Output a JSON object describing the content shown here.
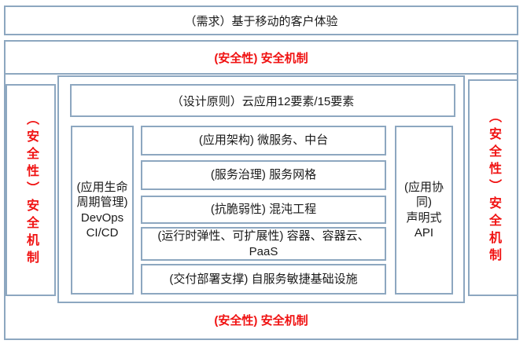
{
  "colors": {
    "border": "#8da7c0",
    "security_red": "#f01212",
    "text": "#1a1a1a",
    "background": "#ffffff"
  },
  "top_box": {
    "label": "（需求）基于移动的客户体验"
  },
  "security": {
    "top": "(安全性) 安全机制",
    "bottom": "(安全性) 安全机制",
    "left": "（安全性）安全机制",
    "right": "（安全性）安全机制"
  },
  "inner": {
    "principle": "（设计原则）云应用12要素/15要素",
    "lifecycle": [
      "(应用生命周期管理)",
      "DevOps",
      "CI/CD"
    ],
    "collab": [
      "(应用协同)",
      "声明式",
      "API"
    ],
    "stack": [
      "(应用架构) 微服务、中台",
      "(服务治理) 服务网格",
      "(抗脆弱性) 混沌工程",
      "(运行时弹性、可扩展性) 容器、容器云、PaaS",
      "(交付部署支撑) 自服务敏捷基础设施"
    ]
  }
}
